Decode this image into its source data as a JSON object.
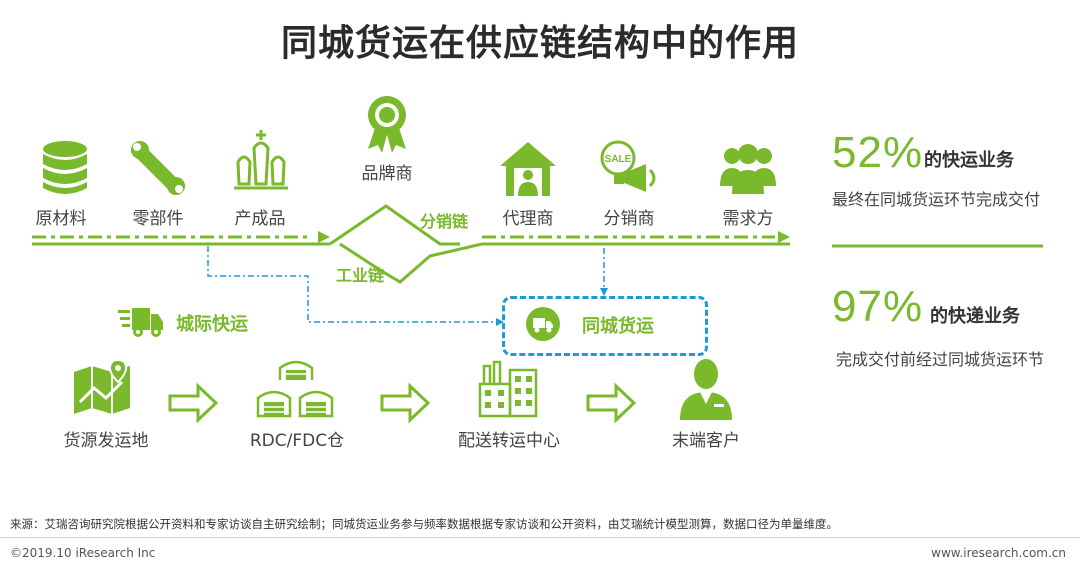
{
  "title": "同城货运在供应链结构中的作用",
  "supply_chain": {
    "nodes": [
      "原材料",
      "零部件",
      "产成品",
      "品牌商",
      "代理商",
      "分销商",
      "需求方"
    ],
    "industrial_chain_label": "工业链",
    "distribution_chain_label": "分销链"
  },
  "logistics": {
    "intercity_label": "城际快运",
    "same_city_label": "同城货运",
    "steps": [
      "货源发运地",
      "RDC/FDC仓",
      "配送转运中心",
      "末端客户"
    ]
  },
  "stats": [
    {
      "percent": "52%",
      "business": "的快运业务",
      "desc": "最终在同城货运环节完成交付"
    },
    {
      "percent": "97%",
      "business": "的快递业务",
      "desc": "完成交付前经过同城货运环节"
    }
  ],
  "footer": {
    "source": "来源：艾瑞咨询研究院根据公开资料和专家访谈自主研究绘制；同城货运业务参与频率数据根据专家访谈和公开资料，由艾瑞统计模型测算，数据口径为单量维度。",
    "copyright": "©2019.10 iResearch Inc",
    "website": "www.iresearch.com.cn"
  },
  "colors": {
    "green": "#7ab82c",
    "blue": "#1b9bd7",
    "title": "#2b2b2b"
  }
}
